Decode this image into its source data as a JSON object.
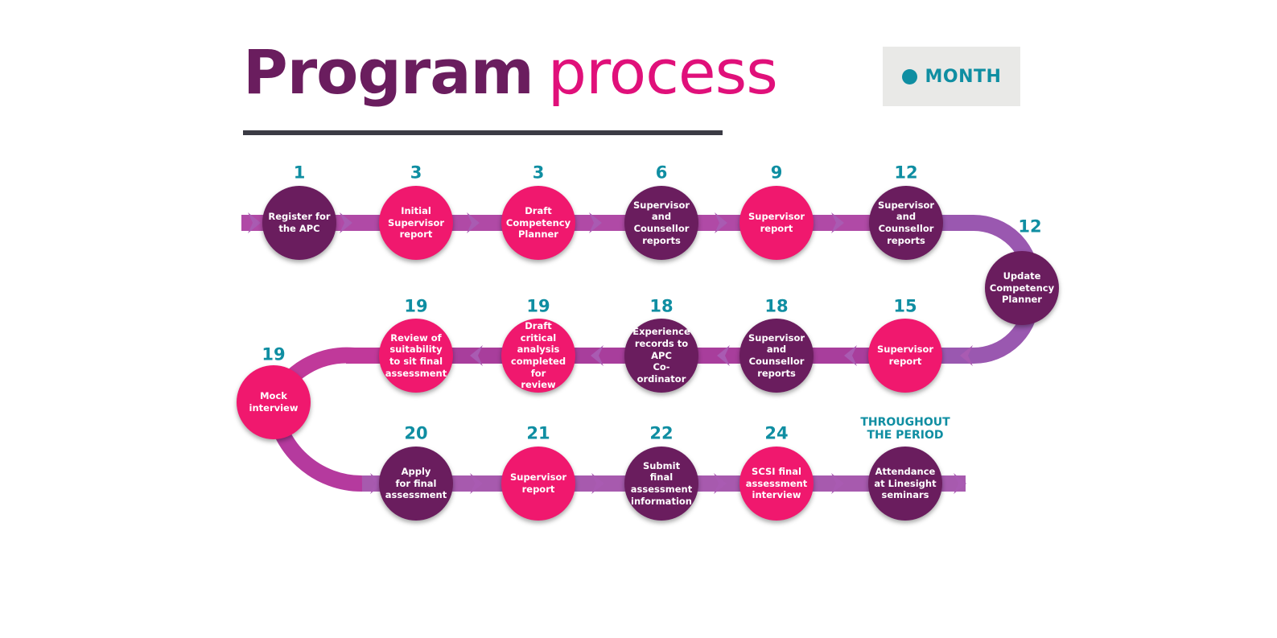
{
  "title": {
    "bold": "Program",
    "light": "process"
  },
  "legend": {
    "label": "MONTH",
    "dot_color": "#0f8ea2"
  },
  "colors": {
    "dark": "#6a1d5e",
    "pink": "#f0186e",
    "teal": "#0f8ea2"
  },
  "steps": [
    {
      "month": "1",
      "text": "Register for\nthe APC",
      "color": "dark"
    },
    {
      "month": "3",
      "text": "Initial\nSupervisor\nreport",
      "color": "pink"
    },
    {
      "month": "3",
      "text": "Draft\nCompetency\nPlanner",
      "color": "pink"
    },
    {
      "month": "6",
      "text": "Supervisor and\nCounsellor\nreports",
      "color": "dark"
    },
    {
      "month": "9",
      "text": "Supervisor\nreport",
      "color": "pink"
    },
    {
      "month": "12",
      "text": "Supervisor\nand Counsellor\nreports",
      "color": "dark"
    },
    {
      "month": "12",
      "text": "Update\nCompetency\nPlanner",
      "color": "dark"
    },
    {
      "month": "15",
      "text": "Supervisor\nreport",
      "color": "pink"
    },
    {
      "month": "18",
      "text": "Supervisor\nand\nCounsellor\nreports",
      "color": "dark"
    },
    {
      "month": "18",
      "text": "Experience\nrecords to APC\nCo-ordinator",
      "color": "dark"
    },
    {
      "month": "19",
      "text": "Draft critical\nanalysis\ncompleted for\nreview",
      "color": "pink"
    },
    {
      "month": "19",
      "text": "Review of\nsuitability\nto sit final\nassessment",
      "color": "pink"
    },
    {
      "month": "19",
      "text": "Mock\ninterview",
      "color": "pink"
    },
    {
      "month": "20",
      "text": "Apply\nfor final\nassessment",
      "color": "dark"
    },
    {
      "month": "21",
      "text": "Supervisor\nreport",
      "color": "pink"
    },
    {
      "month": "22",
      "text": "Submit final\nassessment\ninformation",
      "color": "dark"
    },
    {
      "month": "24",
      "text": "SCSI final\nassessment\ninterview",
      "color": "pink"
    },
    {
      "month": "THROUGHOUT\nTHE PERIOD",
      "text": "Attendance\nat Linesight\nseminars",
      "color": "dark"
    }
  ]
}
